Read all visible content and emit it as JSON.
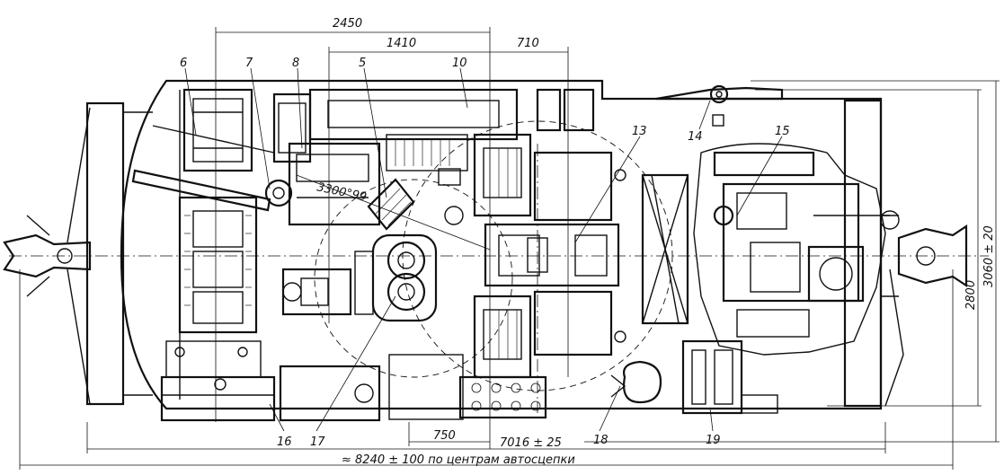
{
  "dimensions": {
    "top_2450": "2450",
    "top_1410": "1410",
    "top_710": "710",
    "angle_note": "3300°99",
    "height_3060": "3060 ± 20",
    "height_2800": "2800",
    "bottom_750": "750",
    "bottom_7016": "7016 ± 25",
    "overall": "≈ 8240 ± 100  по центрам  автосцепки"
  },
  "callouts": [
    "5",
    "6",
    "7",
    "8",
    "10",
    "13",
    "14",
    "15",
    "16",
    "17",
    "18",
    "19"
  ]
}
